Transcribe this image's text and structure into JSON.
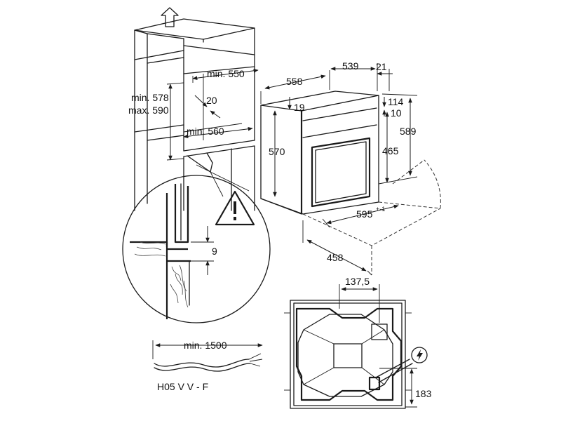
{
  "labels": {
    "min_550": "min. 550",
    "min_578": "min. 578",
    "max_590": "max. 590",
    "d20": "20",
    "min_560": "min. 560",
    "d9": "9",
    "d558": "558",
    "d539": "539",
    "d21": "21",
    "d19": "19",
    "d114": "114",
    "d10": "10",
    "d570": "570",
    "d465": "465",
    "d589": "589",
    "d595": "595",
    "d595_tol": "+-1",
    "d458": "458",
    "d137_5": "137,5",
    "d183": "183",
    "min_1500": "min. 1500",
    "cable_type": "H05 V V - F"
  },
  "icons": {
    "warning": "warning-triangle-icon",
    "power": "power-connection-icon",
    "airflow": "arrow-up-icon"
  }
}
